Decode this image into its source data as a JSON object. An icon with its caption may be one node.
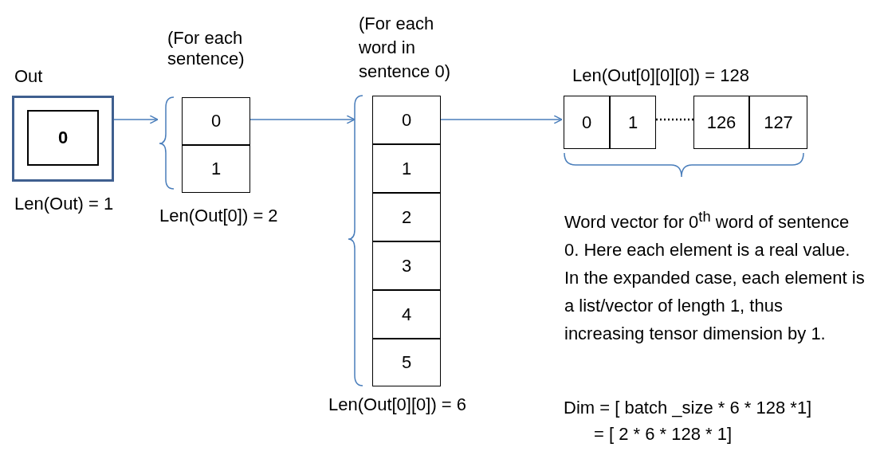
{
  "diagram": {
    "nodes": [
      {
        "text": [
          "Out"
        ],
        "beside": [
          "Len(Out) = 1"
        ]
      },
      {
        "text": [
          "0"
        ],
        "in": 0
      },
      {
        "text": [
          "0"
        ]
      },
      {
        "text": [
          "1"
        ]
      },
      {
        "text": [
          "0"
        ]
      },
      {
        "text": [
          "1"
        ]
      },
      {
        "text": [
          "2"
        ]
      },
      {
        "text": [
          "3"
        ]
      },
      {
        "text": [
          "4"
        ]
      },
      {
        "text": [
          "5"
        ]
      },
      {
        "text": [
          "0"
        ]
      },
      {
        "text": [
          "1"
        ]
      },
      {
        "text": [
          "126"
        ]
      },
      {
        "text": [
          "127"
        ]
      }
    ],
    "edges": [
      {
        "from": 1,
        "to": 2,
        "arrow": "to"
      },
      {
        "from": 2,
        "to": 4,
        "arrow": "to"
      },
      {
        "from": 4,
        "to": 10,
        "arrow": "to"
      },
      {
        "from": 11,
        "to": 12,
        "arrow": "none",
        "style": "dashed",
        "color": "#000000"
      }
    ],
    "labels": [
      "(For each sentence)",
      "Len(Out[0]) = 2",
      "(For each word in sentence 0)",
      "Len(Out[0][0]) = 6",
      "Len(Out[0][0][0]) = 128",
      "Word vector for 0$^{th}$ word of sentence 0. Here each element is a real value. In the expanded case, each element is a list/vector of length 1, thus increasing tensor dimension by 1.",
      "Dim = [ batch _size * 6 * 128 *1]",
      "= [ 2 * 6 * 128 * 1]"
    ]
  }
}
